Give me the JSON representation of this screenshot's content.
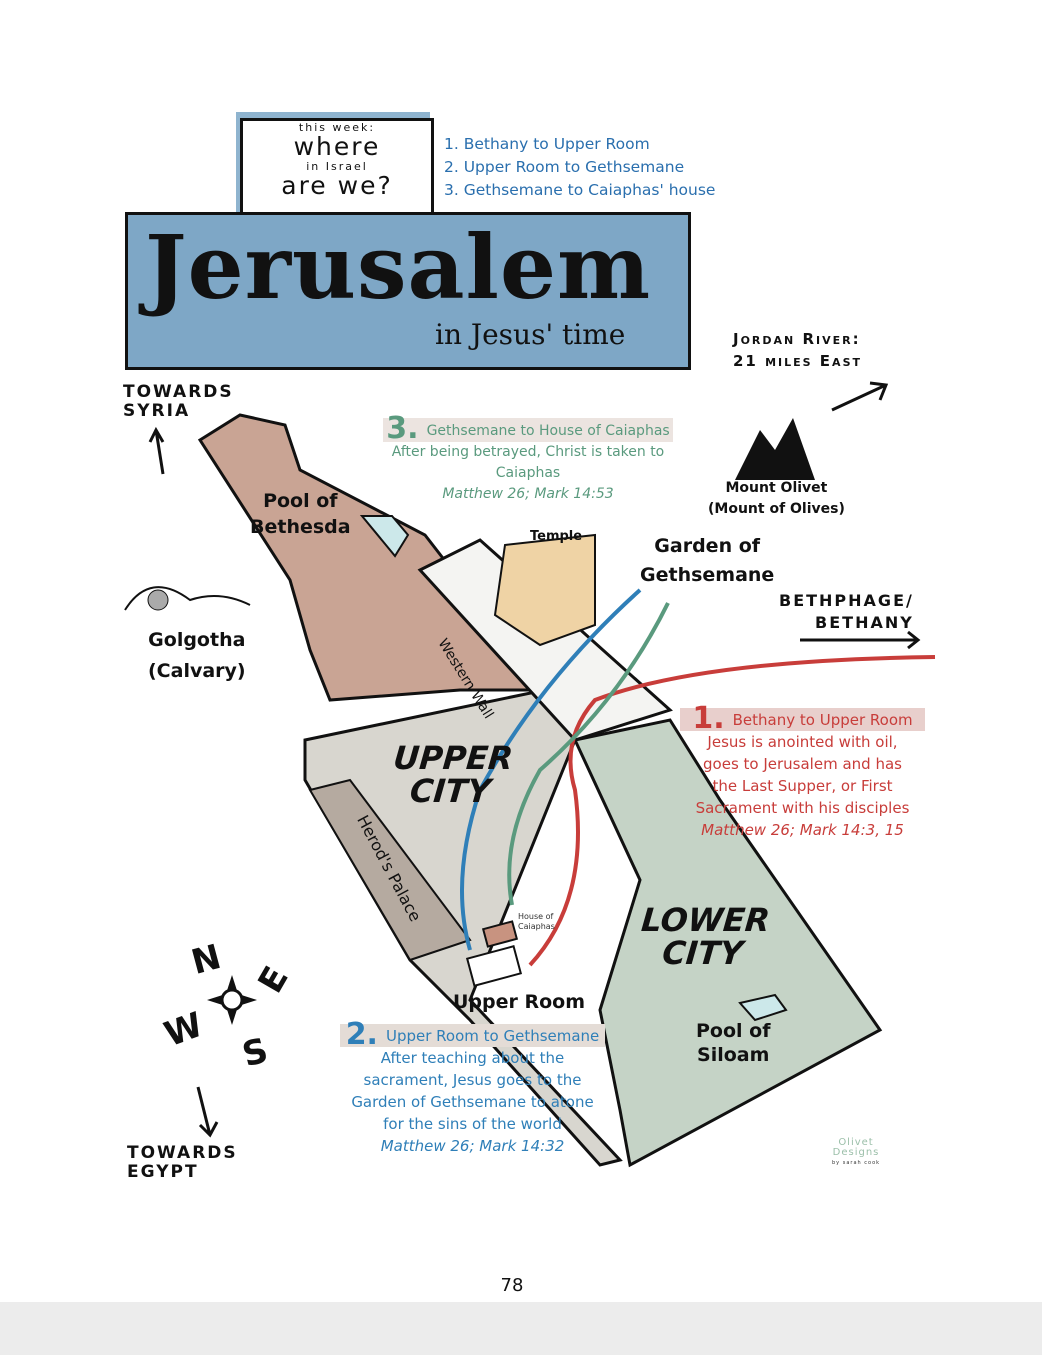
{
  "badge": {
    "line1": "this week:",
    "line2": "where",
    "line3": "in Israel",
    "line4": "are we?"
  },
  "route_list": [
    "1. Bethany to Upper Room",
    "2. Upper Room to Gethsemane",
    "3. Gethsemane to Caiaphas' house"
  ],
  "title": "Jerusalem",
  "subtitle": "in Jesus' time",
  "jordan": {
    "line1": "Jordan River:",
    "line2": "21 miles East"
  },
  "towards_syria": {
    "line1": "TOWARDS",
    "line2": "SYRIA"
  },
  "towards_egypt": {
    "line1": "TOWARDS",
    "line2": "EGYPT"
  },
  "bethphage": {
    "line1": "BETHPHAGE/",
    "line2": "BETHANY"
  },
  "places": {
    "pool_bethesda": {
      "line1": "Pool of",
      "line2": "Bethesda"
    },
    "temple": "Temple",
    "mount_olivet": {
      "line1": "Mount Olivet",
      "line2": "(Mount of Olives)"
    },
    "garden": {
      "line1": "Garden of",
      "line2": "Gethsemane"
    },
    "golgotha": {
      "line1": "Golgotha",
      "line2": "(Calvary)"
    },
    "western_wall": "Western Wall",
    "upper_city": {
      "line1": "UPPER",
      "line2": "CITY"
    },
    "herods_palace": "Herod's Palace",
    "house_caiaphas": {
      "line1": "House of",
      "line2": "Caiaphas"
    },
    "lower_city": {
      "line1": "LOWER",
      "line2": "CITY"
    },
    "upper_room": "Upper Room",
    "pool_siloam": {
      "line1": "Pool of",
      "line2": "Siloam"
    }
  },
  "sections": [
    {
      "num": "1.",
      "heading": "Bethany to Upper Room",
      "body": [
        "Jesus is anointed with oil,",
        "goes to Jerusalem and has",
        "the Last Supper, or First",
        "Sacrament with his disciples"
      ],
      "ref": "Matthew 26; Mark 14:3, 15",
      "color": "#c83d3a"
    },
    {
      "num": "2.",
      "heading": "Upper Room to Gethsemane",
      "body": [
        "After teaching about the",
        "sacrament, Jesus goes to the",
        "Garden of Gethsemane to atone",
        "for the sins of the world"
      ],
      "ref": "Matthew 26; Mark 14:32",
      "color": "#2f7fb8"
    },
    {
      "num": "3.",
      "heading": "Gethsemane to House of Caiaphas",
      "body": [
        "After being betrayed, Christ is taken to",
        "Caiaphas"
      ],
      "ref": "Matthew 26; Mark 14:53",
      "color": "#5a9a7e"
    }
  ],
  "compass": {
    "n": "N",
    "e": "E",
    "s": "S",
    "w": "W"
  },
  "logo": {
    "line1": "Olivet",
    "line2": "Designs",
    "line3": "by sarah cook"
  },
  "page_number": "78"
}
